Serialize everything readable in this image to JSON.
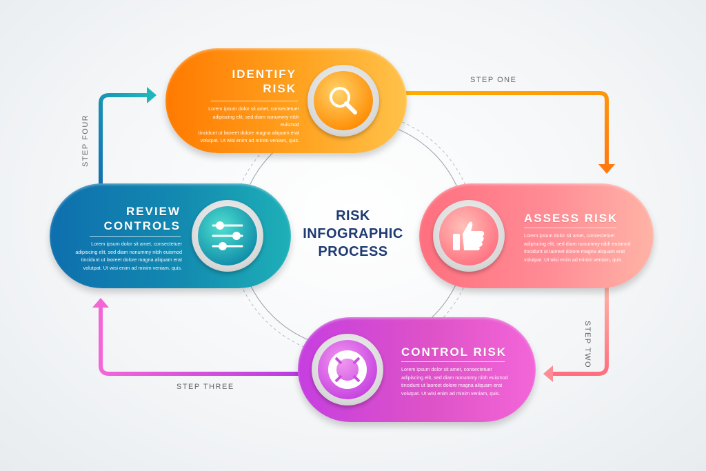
{
  "title": {
    "line1": "RISK",
    "line2": "INFOGRAPHIC",
    "line3": "PROCESS"
  },
  "body_text": "Lorem ipsum dolor sit amet, consectetuer adipiscing elit, sed diam nonummy nibh euismod tincidunt ut laoreet dolore magna aliquam erat volutpat. Ut wisi enim ad minim veniam, quis.",
  "steps": [
    {
      "key": "identify",
      "title_line1": "IDENTIFY",
      "title_line2": "RISK",
      "body_lines": [
        "Lorem ipsum dolor sit amet, consectetuer",
        "adipiscing elit, sed diam nonummy nibh euismod",
        "tincidunt ut laoreet dolore magna aliquam erat",
        "volutpat. Ut wisi enim ad minim veniam, quis."
      ],
      "icon": "magnifier-icon",
      "colors": [
        "#ff7a00",
        "#ffa21f",
        "#ffc24a"
      ]
    },
    {
      "key": "assess",
      "title_line1": "ASSESS RISK",
      "title_line2": "",
      "body_lines": [
        "Lorem ipsum dolor sit amet, consectetuer",
        "adipiscing elit, sed diam nonummy nibh euismod",
        "tincidunt ut laoreet dolore magna aliquam erat",
        "volutpat. Ut wisi enim ad minim veniam, quis."
      ],
      "icon": "thumbs-up-icon",
      "colors": [
        "#ff6f7f",
        "#ff8c95",
        "#ffb3a6"
      ]
    },
    {
      "key": "control",
      "title_line1": "CONTROL RISK",
      "title_line2": "",
      "body_lines": [
        "Lorem ipsum dolor sit amet, consectetuer",
        "adipiscing elit, sed diam nonummy nibh euismod",
        "tincidunt ut laoreet dolore magna aliquam erat",
        "volutpat. Ut wisi enim ad minim veniam, quis."
      ],
      "icon": "lifebuoy-icon",
      "colors": [
        "#c63fe0",
        "#de52c8",
        "#f266d8"
      ]
    },
    {
      "key": "review",
      "title_line1": "REVIEW",
      "title_line2": "CONTROLS",
      "body_lines": [
        "Lorem ipsum dolor sit amet, consectetuer",
        "adipiscing elit, sed diam nonummy nibh euismod",
        "tincidunt ut laoreet dolore magna aliquam erat",
        "volutpat. Ut wisi enim ad minim veniam, quis."
      ],
      "icon": "sliders-icon",
      "colors": [
        "#0e6fae",
        "#138ab0",
        "#1eb0b8"
      ]
    }
  ],
  "step_labels": {
    "one": "STEP ONE",
    "two": "STEP TWO",
    "three": "STEP THREE",
    "four": "STEP FOUR"
  }
}
